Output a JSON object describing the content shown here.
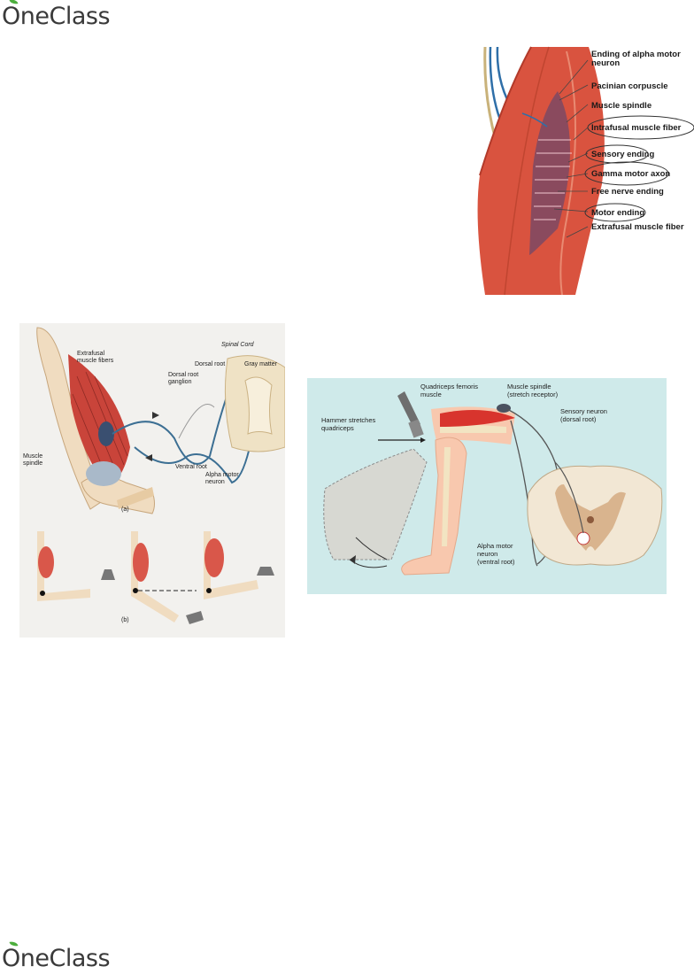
{
  "brand": {
    "name": "OneClass",
    "accent": "#4cae3d"
  },
  "figure_spindle": {
    "labels": {
      "alpha_ending": [
        "Ending of alpha motor",
        "neuron"
      ],
      "pacinian": "Pacinian corpuscle",
      "spindle": "Muscle spindle",
      "intrafusal": "Intrafusal muscle fiber",
      "sensory": "Sensory ending",
      "gamma": "Gamma motor axon",
      "free_nerve": "Free nerve ending",
      "motor": "Motor ending",
      "extrafusal": "Extrafusal muscle fiber"
    }
  },
  "figure_arm": {
    "labels": {
      "extrafusal": [
        "Extrafusal",
        "muscle fibers"
      ],
      "spinal_cord": "Spinal Cord",
      "dorsal_root_ganglion": [
        "Dorsal root",
        "ganglion"
      ],
      "dorsal_root": "Dorsal root",
      "gray_matter": "Gray matter",
      "muscle_spindle": [
        "Muscle",
        "spindle"
      ],
      "ventral_root": "Ventral root",
      "alpha_motor": [
        "Alpha motor",
        "neuron"
      ],
      "panel_a": "(a)",
      "panel_b": "(b)"
    }
  },
  "figure_knee": {
    "labels": {
      "quadriceps": [
        "Quadriceps femoris",
        "muscle"
      ],
      "spindle": [
        "Muscle spindle",
        "(stretch receptor)"
      ],
      "hammer": [
        "Hammer stretches",
        "quadriceps"
      ],
      "sensory": [
        "Sensory neuron",
        "(dorsal root)"
      ],
      "alpha": [
        "Alpha motor",
        "neuron",
        "(ventral root)"
      ]
    }
  }
}
